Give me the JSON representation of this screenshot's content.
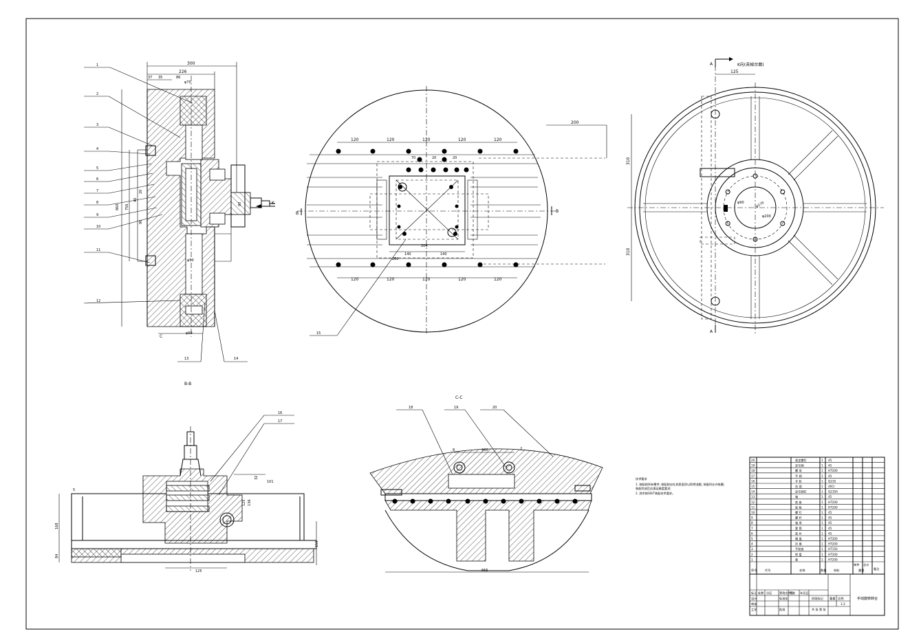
{
  "views": {
    "section_bb_label": "B-B",
    "section_cc_label": "C-C",
    "view_k_label": "K向(去掉台面)",
    "label_a_top": "A",
    "label_a_bottom": "A",
    "label_b_left": "B",
    "label_b_right": "B",
    "label_k": "K",
    "label_c": "C"
  },
  "dims": {
    "left": {
      "d300": "300",
      "d226": "226",
      "d37": "37",
      "d35": "35",
      "d86": "86",
      "d860": "860",
      "d756": "756",
      "d40": "40",
      "d90": "90",
      "d20": "20",
      "d60": "60",
      "dphi50": "φ50",
      "dphi70": "φ70",
      "dphi60": "φ60",
      "d80": "80"
    },
    "top": {
      "d120": "120",
      "d200": "200",
      "d70": "70",
      "d20": "20",
      "d204": "204",
      "d140": "140",
      "d260": "260"
    },
    "right": {
      "d125": "125",
      "d310a": "310",
      "d310b": "310",
      "dphi90": "φ90",
      "dphi170": "φ170",
      "dphi200": "φ200"
    },
    "bb": {
      "d5": "5",
      "d168": "168",
      "d84": "84",
      "d150": "150",
      "d125": "125",
      "d101": "101",
      "d32": "32",
      "d125b": "125",
      "d136": "136"
    },
    "cc": {
      "d8": "8",
      "d200": "200",
      "d2": "2",
      "d665": "665"
    }
  },
  "callouts": {
    "left": [
      "1",
      "2",
      "3",
      "4",
      "5",
      "6",
      "7",
      "8",
      "9",
      "10",
      "11",
      "12",
      "13",
      "14"
    ],
    "top": [
      "15"
    ],
    "bb": [
      "16",
      "17"
    ],
    "cc": [
      "18",
      "19",
      "20"
    ]
  },
  "notes": {
    "title": "技术要求",
    "line1": "1. 装配前所有零件, 装配前应在其表面涂以防锈油脂, 装配时允许修磨;",
    "line2": "   装配完成后应满足精度要求;",
    "line3": "2. 其余按GB/T装配技术要求。"
  },
  "bom": {
    "rows": [
      {
        "no": "20",
        "name": "紧定螺钉",
        "qty": "1",
        "mat": "45"
      },
      {
        "no": "19",
        "name": "定位销",
        "qty": "1",
        "mat": "45"
      },
      {
        "no": "18",
        "name": "螺 母",
        "qty": "1",
        "mat": "HT200"
      },
      {
        "no": "17",
        "name": "手 柄",
        "qty": "1",
        "mat": "45"
      },
      {
        "no": "16",
        "name": "手 轮",
        "qty": "1",
        "mat": "Q235"
      },
      {
        "no": "15",
        "name": "台 面",
        "qty": "1",
        "mat": "40Cr"
      },
      {
        "no": "14",
        "name": "定位销钉",
        "qty": "1",
        "mat": "Q235A"
      },
      {
        "no": "13",
        "name": "轴",
        "qty": "1",
        "mat": "45"
      },
      {
        "no": "12",
        "name": "底 座",
        "qty": "1",
        "mat": "HT200"
      },
      {
        "no": "11",
        "name": "底 板",
        "qty": "1",
        "mat": "HT200"
      },
      {
        "no": "10",
        "name": "螺 钉",
        "qty": "1",
        "mat": "45"
      },
      {
        "no": "9",
        "name": "螺 杆",
        "qty": "1",
        "mat": "45"
      },
      {
        "no": "8",
        "name": "轴 承",
        "qty": "1",
        "mat": "45"
      },
      {
        "no": "7",
        "name": "套 筒",
        "qty": "1",
        "mat": "45"
      },
      {
        "no": "6",
        "name": "垫 片",
        "qty": "1",
        "mat": "45"
      },
      {
        "no": "5",
        "name": "端 盖",
        "qty": "1",
        "mat": "HT200"
      },
      {
        "no": "4",
        "name": "压 盖",
        "qty": "1",
        "mat": "HT200"
      },
      {
        "no": "3",
        "name": "手轮座",
        "qty": "1",
        "mat": "HT150"
      },
      {
        "no": "2",
        "name": "转 盘",
        "qty": "1",
        "mat": "HT200"
      },
      {
        "no": "1",
        "name": "盖",
        "qty": "1",
        "mat": "HT200"
      }
    ],
    "header": {
      "no": "序号",
      "code": "代号",
      "name": "名称",
      "qty": "数量",
      "mat": "材料",
      "unit_wt": "单件",
      "total_wt": "总计",
      "note": "备注",
      "weight": "重量"
    },
    "title_block": {
      "drawing_title": "手动旋转转台",
      "mark": "标记",
      "count": "处数",
      "zone": "分区",
      "change_no": "更改文件号",
      "sign": "签名",
      "date": "年月日",
      "design": "设计",
      "standardize": "标准化",
      "stage": "阶段标记",
      "weight": "重量",
      "scale": "比例",
      "scale_val": "1:2",
      "review": "审核",
      "craft": "工艺",
      "approve": "批准",
      "sheets": "共 张 第 张"
    }
  }
}
